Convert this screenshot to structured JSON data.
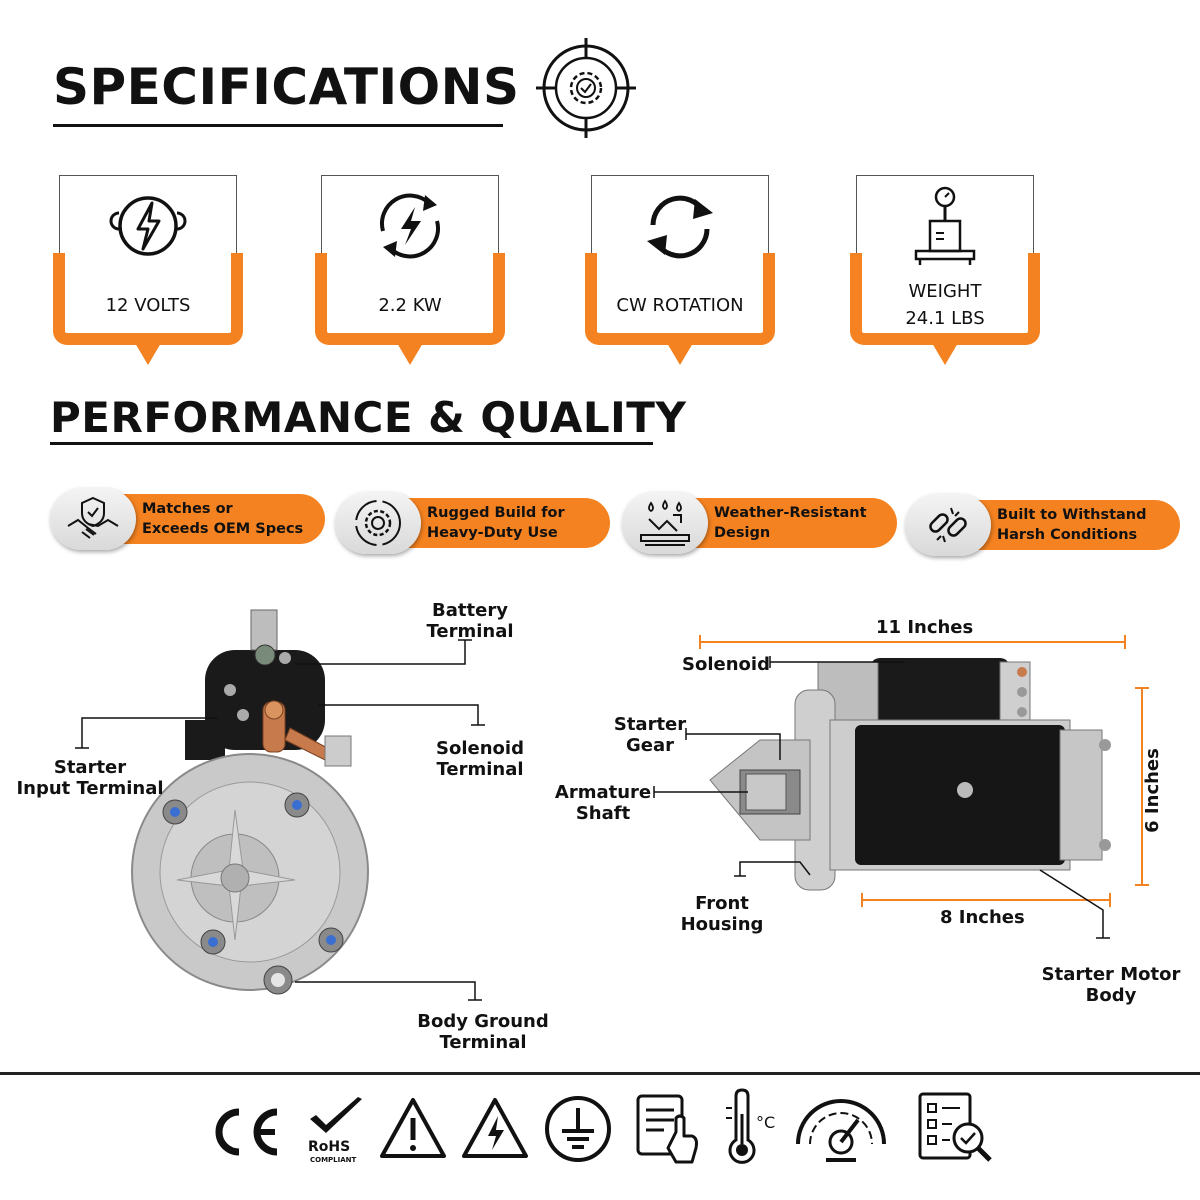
{
  "headings": {
    "specifications": "SPECIFICATIONS",
    "performance": "PERFORMANCE & QUALITY"
  },
  "spec_cards": [
    {
      "label": "12 VOLTS",
      "icon": "lightning-plug-icon"
    },
    {
      "label": "2.2 KW",
      "icon": "power-cycle-icon"
    },
    {
      "label": "CW ROTATION",
      "icon": "rotation-arrows-icon"
    },
    {
      "label": "WEIGHT\n24.1 LBS",
      "icon": "weight-scale-icon"
    }
  ],
  "quality": [
    {
      "label": "Matches or\nExceeds OEM Specs",
      "icon": "handshake-shield-icon"
    },
    {
      "label": "Rugged Build for\nHeavy-Duty Use",
      "icon": "gear-cycle-icon"
    },
    {
      "label": "Weather-Resistant\nDesign",
      "icon": "water-drop-icon"
    },
    {
      "label": "Built to Withstand\nHarsh Conditions",
      "icon": "broken-chain-icon"
    }
  ],
  "callouts": {
    "battery_terminal": "Battery\nTerminal",
    "starter_input_terminal": "Starter\nInput Terminal",
    "solenoid_terminal": "Solenoid\nTerminal",
    "body_ground_terminal": "Body Ground\nTerminal",
    "solenoid": "Solenoid",
    "starter_gear": "Starter\nGear",
    "armature_shaft": "Armature\nShaft",
    "front_housing": "Front\nHousing",
    "starter_motor_body": "Starter Motor\nBody"
  },
  "dimensions": {
    "length": "11 Inches",
    "body_length": "8 Inches",
    "height": "6 Inches"
  },
  "colors": {
    "accent": "#f58220",
    "text": "#111111",
    "line": "#222222"
  },
  "footer": {
    "ce_mark": "CE",
    "rohs": "RoHS",
    "rohs_sub": "COMPLIANT",
    "icons": [
      "ce-icon",
      "rohs-icon",
      "warning-icon",
      "high-voltage-icon",
      "ground-icon",
      "manual-icon",
      "thermometer-icon",
      "gauge-icon",
      "checklist-icon"
    ]
  }
}
